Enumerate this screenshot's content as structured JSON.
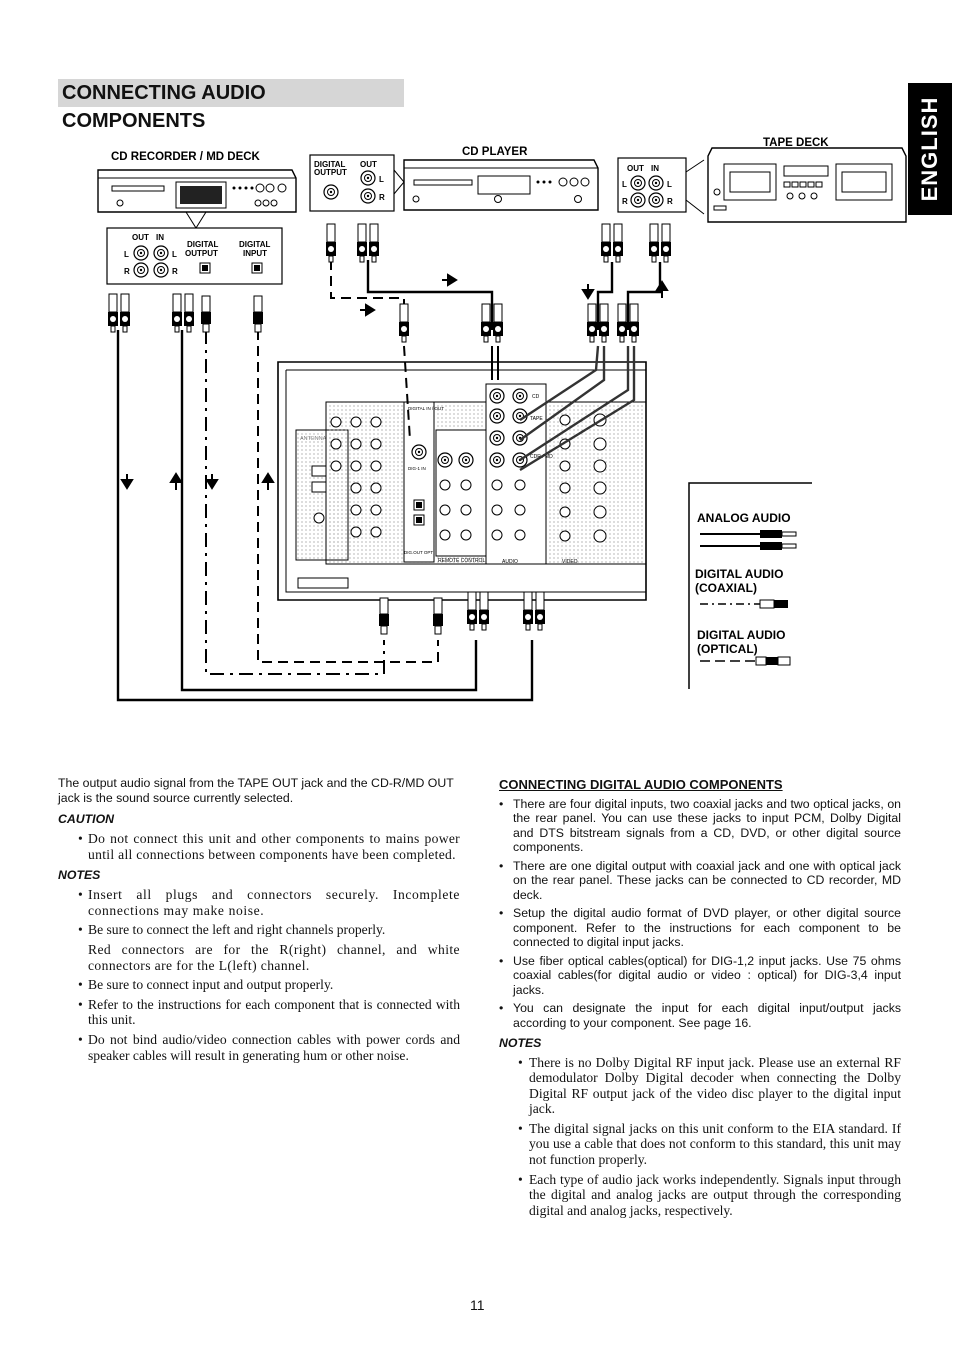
{
  "header": {
    "title": "CONNECTING AUDIO COMPONENTS",
    "side_tab": "ENGLISH"
  },
  "diagram": {
    "devices": {
      "cd_recorder": "CD RECORDER / MD DECK",
      "cd_player": "CD PLAYER",
      "tape_deck": "TAPE DECK"
    },
    "labels": {
      "out": "OUT",
      "in": "IN",
      "l": "L",
      "r": "R",
      "digital_output": "DIGITAL OUTPUT",
      "digital_input": "DIGITAL INPUT",
      "digital": "DIGITAL",
      "output": "OUTPUT",
      "input": "INPUT"
    },
    "legend": {
      "analog": "ANALOG AUDIO",
      "coaxial_line1": "DIGITAL AUDIO",
      "coaxial_line2": "(COAXIAL)",
      "optical_line1": "DIGITAL AUDIO",
      "optical_line2": "(OPTICAL)"
    },
    "panel_labels": {
      "antenna": "ANTENNA",
      "digital_in_out": "DIGITAL IN / OUT",
      "remote_control": "REMOTE CONTROL",
      "audio": "AUDIO",
      "video": "VIDEO",
      "cd": "CD",
      "tape": "TAPE",
      "cdr_md": "CDR / MD",
      "dig_out_opt": "DIG.OUT OPT",
      "dig_in": "DIG-1 IN"
    }
  },
  "left_column": {
    "intro": "The output audio signal from the TAPE OUT jack and the CD-R/MD OUT jack is the sound source currently selected.",
    "caution_label": "CAUTION",
    "caution_items": [
      "Do not connect this unit and other components to mains power until all connections between components have been completed."
    ],
    "notes_label": "NOTES",
    "notes_items": [
      "Insert all plugs and connectors securely.  Incomplete connections may make noise.",
      "Be sure to connect the left and right channels properly."
    ],
    "notes_continuation": "Red connectors are for the R(right) channel, and white connectors are for the L(left) channel.",
    "notes_items_2": [
      "Be sure to connect input and output properly.",
      "Refer to the instructions for each component that is connected with this unit.",
      "Do not bind audio/video connection cables with power cords and speaker cables will result in generating hum or other noise."
    ]
  },
  "right_column": {
    "heading": "CONNECTING DIGITAL AUDIO COMPONENTS",
    "items": [
      "There are four digital inputs, two coaxial jacks and two optical jacks, on the rear panel. You can use these jacks to input PCM, Dolby Digital and DTS bitstream signals from a CD, DVD, or other digital source components.",
      "There are one digital output with coaxial jack and one with optical jack on the rear panel. These jacks can be connected to CD recorder, MD deck.",
      "Setup the digital audio format of DVD player, or other digital source component. Refer to the instructions for each component to be connected to digital input jacks.",
      "Use fiber optical cables(optical) for DIG-1,2 input jacks.  Use 75 ohms coaxial cables(for digital audio or video : optical) for DIG-3,4 input jacks.",
      "You can designate the input for each digital input/output jacks according to your component.  See page 16."
    ],
    "notes_label": "NOTES",
    "notes_items": [
      "There is no Dolby Digital RF input jack. Please use an external RF demodulator Dolby Digital decoder when connecting the Dolby Digital RF output jack of the video disc player to the digital input jack.",
      "The digital signal jacks on this unit conform to the EIA standard.  If you use a cable that does not conform to this standard, this unit may not function properly.",
      "Each type of audio jack works independently. Signals input through the digital and analog jacks are output through the corresponding digital and analog jacks, respectively."
    ]
  },
  "footer": {
    "page_number": "11"
  }
}
